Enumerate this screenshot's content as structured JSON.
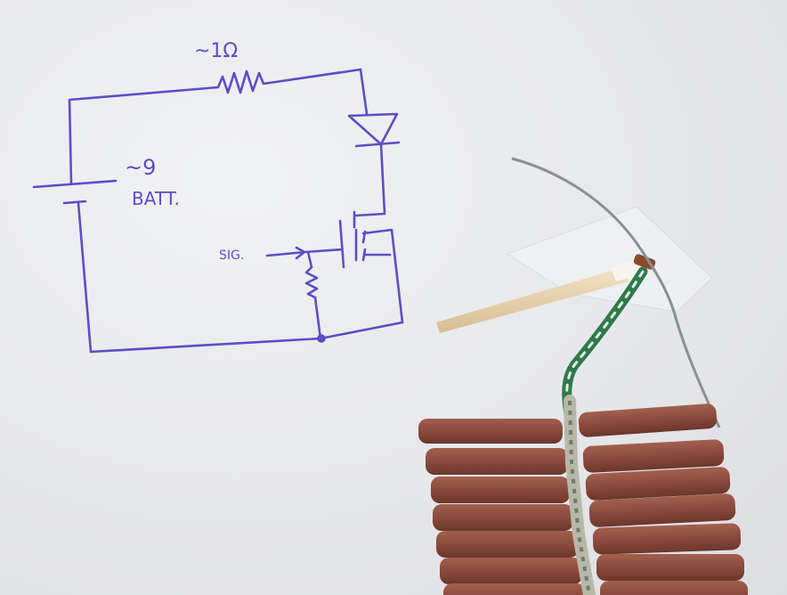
{
  "schematic": {
    "resistor_label": "~1Ω",
    "battery_label_line1": "~9",
    "battery_label_line2": "BATT.",
    "signal_label": "SIG."
  },
  "colors": {
    "ink": "#5a4fc6",
    "paper": "#e9eaec",
    "firecracker": "#8a4a3c",
    "fuse_wrap": "#2f7a4a",
    "stick": "#e8d2ad"
  }
}
